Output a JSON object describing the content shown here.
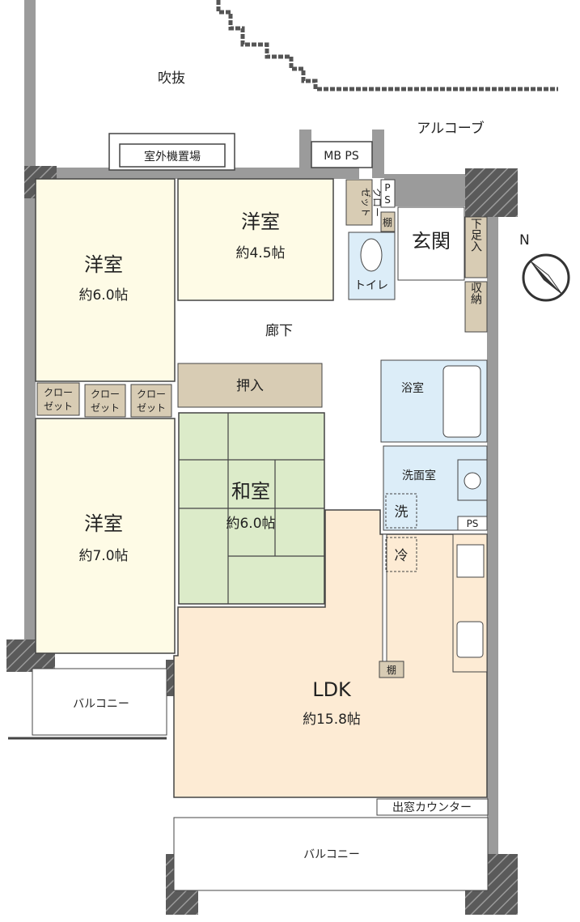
{
  "plan": {
    "void_label": "吹抜",
    "alcove_label": "アルコーブ",
    "outdoor_unit_label": "室外機置場",
    "mb_ps_label": "MB PS",
    "compass_label": "N",
    "rooms": {
      "western_nw": {
        "name": "洋室",
        "size": "約6.0帖"
      },
      "western_n": {
        "name": "洋室",
        "size": "約4.5帖"
      },
      "western_sw": {
        "name": "洋室",
        "size": "約7.0帖"
      },
      "japanese": {
        "name": "和室",
        "size": "約6.0帖"
      },
      "ldk": {
        "name": "LDK",
        "size": "約15.8帖"
      }
    },
    "closet_label_1": "クロー",
    "closet_label_2": "ゼット",
    "ps_label": "PS",
    "ps_vertical_p": "P",
    "ps_vertical_s": "S",
    "shelf_label": "棚",
    "toilet_label": "トイレ",
    "entrance_label": "玄関",
    "shoe_storage_label": "下足入",
    "storage_label": "収納",
    "hallway_label": "廊下",
    "oshiire_label": "押入",
    "bath_label": "浴室",
    "washroom_label": "洗面室",
    "washer_label": "洗",
    "fridge_label": "冷",
    "bay_window_counter_label": "出窓カウンター",
    "balcony_west_label": "バルコニー",
    "balcony_south_label": "バルコニー"
  },
  "colors": {
    "western": "#fefbe6",
    "japanese": "#dcebc9",
    "ldk": "#fdebd4",
    "wet": "#dcedf8",
    "storage": "#d8ccb4",
    "wall": "#9b9b9b"
  }
}
